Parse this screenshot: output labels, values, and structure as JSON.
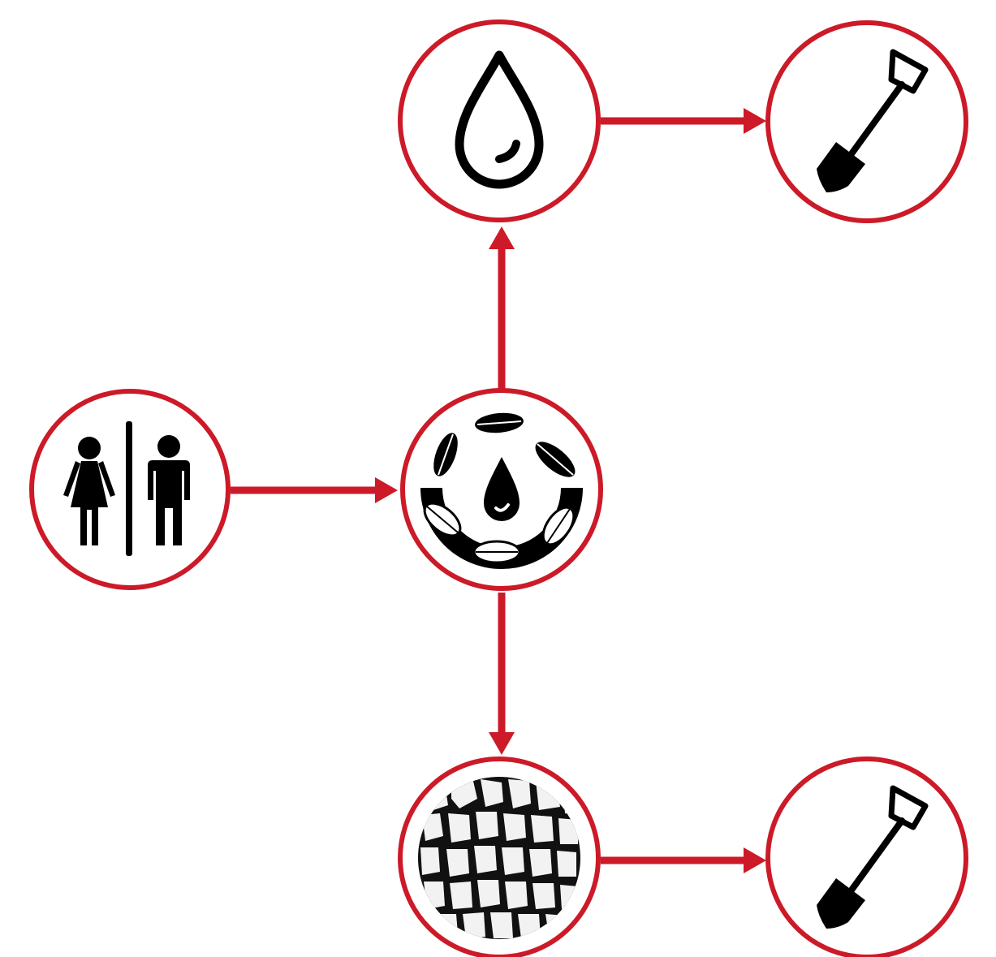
{
  "colors": {
    "accent": "#cc1a28",
    "icon": "#000000",
    "background": "#ffffff"
  },
  "nodes": [
    {
      "id": "restroom",
      "icon": "restroom-people-icon",
      "interactable": false
    },
    {
      "id": "treatment",
      "icon": "water-leaves-cycle-icon",
      "interactable": false
    },
    {
      "id": "liquid",
      "icon": "water-drop-icon",
      "interactable": false
    },
    {
      "id": "liquid-use",
      "icon": "shovel-icon",
      "interactable": false
    },
    {
      "id": "solid",
      "icon": "dry-cracked-soil-icon",
      "interactable": false
    },
    {
      "id": "solid-use",
      "icon": "shovel-icon",
      "interactable": false
    }
  ],
  "edges": [
    {
      "from": "restroom",
      "to": "treatment"
    },
    {
      "from": "treatment",
      "to": "liquid"
    },
    {
      "from": "liquid",
      "to": "liquid-use"
    },
    {
      "from": "treatment",
      "to": "solid"
    },
    {
      "from": "solid",
      "to": "solid-use"
    }
  ]
}
